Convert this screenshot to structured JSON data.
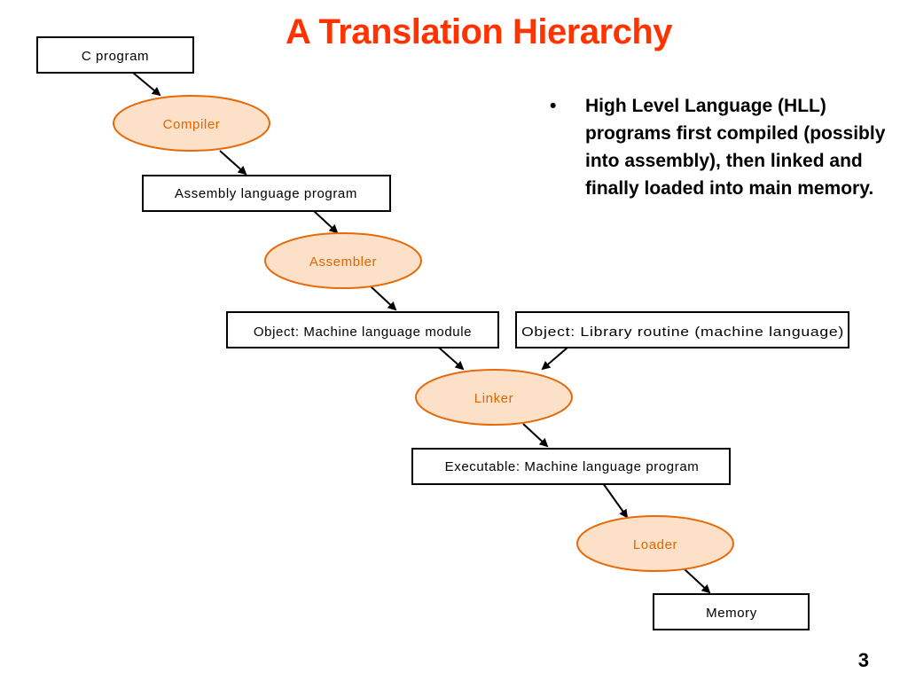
{
  "title": "A Translation Hierarchy",
  "diagram": {
    "boxes": {
      "c_program": "C program",
      "assembly_program": "Assembly language program",
      "object_module": "Object: Machine language module",
      "object_library": "Object: Library routine (machine language)",
      "executable": "Executable: Machine language program",
      "memory": "Memory"
    },
    "processes": {
      "compiler": "Compiler",
      "assembler": "Assembler",
      "linker": "Linker",
      "loader": "Loader"
    }
  },
  "bullet": {
    "marker": "•",
    "text": "High Level Language (HLL) programs first compiled (possibly into assembly), then linked and finally loaded into main memory."
  },
  "page_number": "3",
  "colors": {
    "title": "#ff3300",
    "process_fill": "#fde0c8",
    "process_stroke": "#e66a0a",
    "process_text": "#e06600"
  }
}
